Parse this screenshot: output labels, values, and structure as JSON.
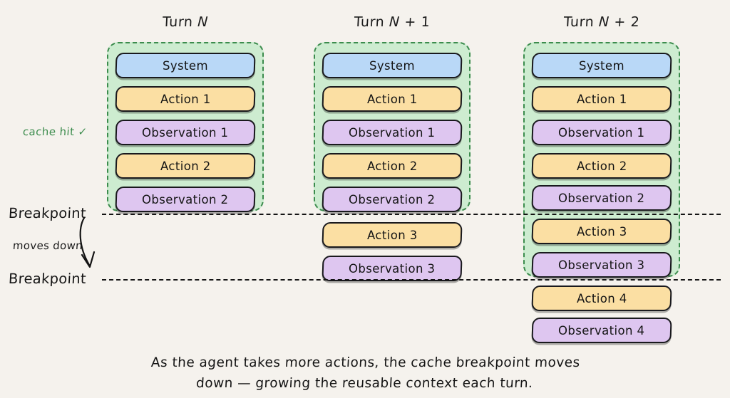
{
  "background_color": "#f5f2ed",
  "palette": {
    "system_fill": "#b9d8f7",
    "action_fill": "#fbdfa3",
    "observation_fill": "#dec6f0",
    "cache_region_fill": "#cdecd0",
    "cache_region_border": "#3c8c4d",
    "cache_hit_text": "#3c8c4d",
    "box_border": "#19191d",
    "breakpoint_line": "#141414"
  },
  "columns": [
    {
      "id": "turn-n",
      "title_prefix": "Turn ",
      "title_var": "N",
      "title_suffix": "",
      "title_full": "Turn N",
      "cached_count": 5,
      "items": [
        {
          "label": "System",
          "kind": "system",
          "cached": true
        },
        {
          "label": "Action 1",
          "kind": "action",
          "cached": true
        },
        {
          "label": "Observation 1",
          "kind": "observation",
          "cached": true
        },
        {
          "label": "Action 2",
          "kind": "action",
          "cached": true
        },
        {
          "label": "Observation 2",
          "kind": "observation",
          "cached": true
        }
      ]
    },
    {
      "id": "turn-n-plus-1",
      "title_prefix": "Turn ",
      "title_var": "N",
      "title_suffix": " + 1",
      "title_full": "Turn N + 1",
      "cached_count": 5,
      "items": [
        {
          "label": "System",
          "kind": "system",
          "cached": true
        },
        {
          "label": "Action 1",
          "kind": "action",
          "cached": true
        },
        {
          "label": "Observation 1",
          "kind": "observation",
          "cached": true
        },
        {
          "label": "Action 2",
          "kind": "action",
          "cached": true
        },
        {
          "label": "Observation 2",
          "kind": "observation",
          "cached": true
        },
        {
          "label": "Action 3",
          "kind": "action",
          "cached": false
        },
        {
          "label": "Observation 3",
          "kind": "observation",
          "cached": false
        }
      ]
    },
    {
      "id": "turn-n-plus-2",
      "title_prefix": "Turn ",
      "title_var": "N",
      "title_suffix": " + 2",
      "title_full": "Turn N + 2",
      "cached_count": 7,
      "items": [
        {
          "label": "System",
          "kind": "system",
          "cached": true
        },
        {
          "label": "Action 1",
          "kind": "action",
          "cached": true
        },
        {
          "label": "Observation 1",
          "kind": "observation",
          "cached": true
        },
        {
          "label": "Action 2",
          "kind": "action",
          "cached": true
        },
        {
          "label": "Observation 2",
          "kind": "observation",
          "cached": true
        },
        {
          "label": "Action 3",
          "kind": "action",
          "cached": true
        },
        {
          "label": "Observation 3",
          "kind": "observation",
          "cached": true
        },
        {
          "label": "Action 4",
          "kind": "action",
          "cached": false
        },
        {
          "label": "Observation 4",
          "kind": "observation",
          "cached": false
        }
      ]
    }
  ],
  "annotations": {
    "cache_hit": "cache hit ✓",
    "breakpoint_top": "Breakpoint",
    "breakpoint_bottom": "Breakpoint",
    "moves_down": "moves down"
  },
  "caption": {
    "line1": "As the agent takes more actions, the cache breakpoint moves",
    "line2": "down — growing the reusable context each turn."
  }
}
